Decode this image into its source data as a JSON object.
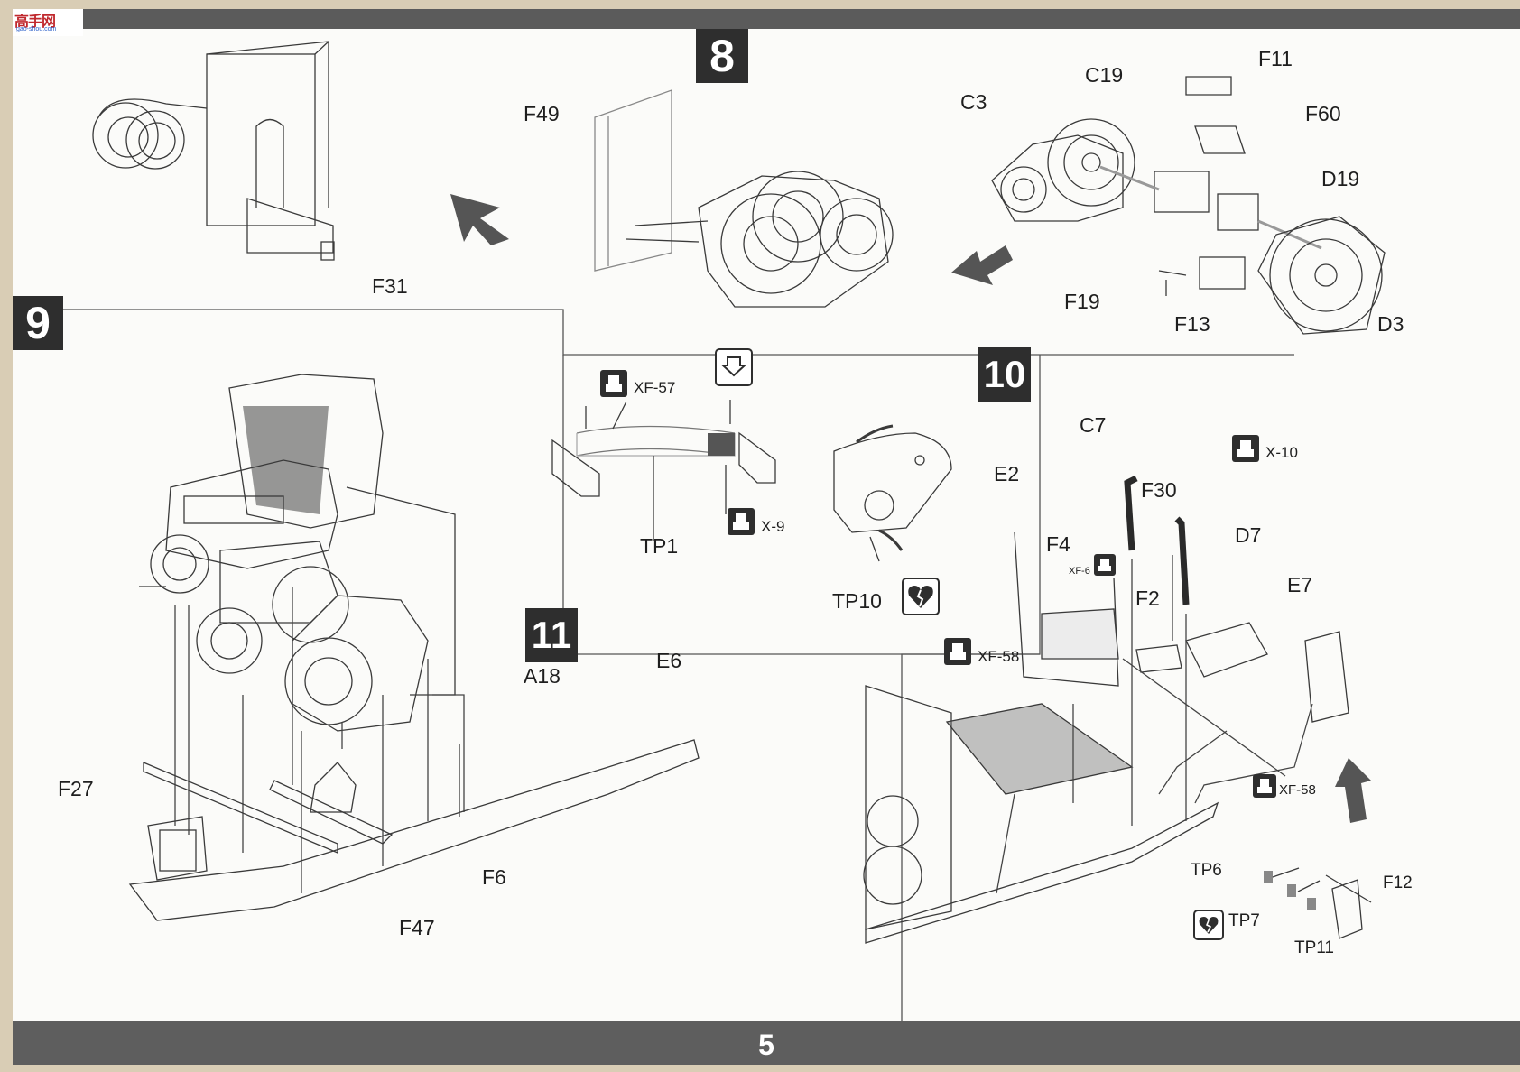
{
  "watermark": {
    "glyphs": "高手网",
    "url": "gao-shou.com"
  },
  "steps": {
    "s8": "8",
    "s9": "9",
    "s10": "10",
    "s11": "11"
  },
  "labels": {
    "f31": "F31",
    "f49": "F49",
    "c3": "C3",
    "c19": "C19",
    "f11": "F11",
    "f60": "F60",
    "d19": "D19",
    "f19": "F19",
    "f13": "F13",
    "d3": "D3",
    "xf57": "XF-57",
    "tp1": "TP1",
    "x9": "X-9",
    "tp10": "TP10",
    "c7": "C7",
    "x10": "X-10",
    "e2": "E2",
    "f30": "F30",
    "d7": "D7",
    "f4": "F4",
    "xf6": "XF-6",
    "f2": "F2",
    "e7": "E7",
    "xf58a": "XF-58",
    "xf58b": "XF-58",
    "tp6": "TP6",
    "tp7": "TP7",
    "f12": "F12",
    "tp11": "TP11",
    "a18": "A18",
    "e6": "E6",
    "f27": "F27",
    "f6": "F6",
    "f47": "F47"
  },
  "page_number": "5"
}
